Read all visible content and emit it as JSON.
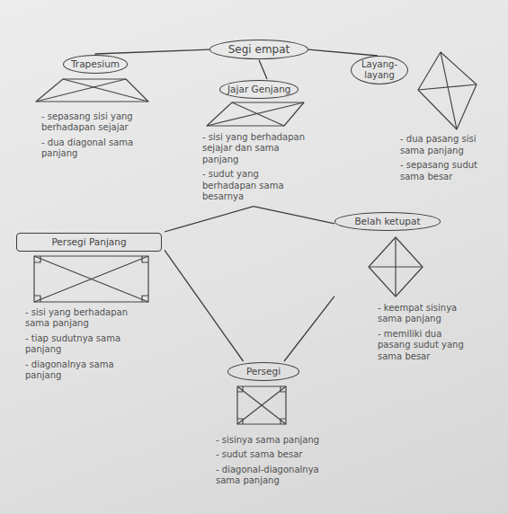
{
  "diagram": {
    "nodes": [
      {
        "text": [
          "Segi empat"
        ]
      },
      {
        "text": [
          "Trapesium",
          "- sepasang sisi yang berhadapan sejajar",
          "- dua diagonal sama panjang"
        ]
      },
      {
        "text": [
          "Jajar Genjang",
          "- sisi yang berhadapan sejajar dan sama panjang",
          "- sudut yang berhadapan sama besarnya"
        ]
      },
      {
        "text": [
          "Layang-layang",
          "- dua pasang sisi sama panjang",
          "- sepasang sudut sama besar"
        ]
      },
      {
        "text": [
          "Persegi Panjang",
          "- sisi yang berhadapan sama panjang",
          "- tiap sudutnya sama panjang",
          "- diagonalnya sama panjang"
        ]
      },
      {
        "text": [
          "Belah ketupat",
          "- keempat sisinya sama panjang",
          "- memiliki dua pasang sudut yang sama besar"
        ]
      },
      {
        "text": [
          "Persegi",
          "- sisinya sama panjang",
          "- sudut sama besar",
          "- diagonal-diagonalnya sama panjang"
        ]
      }
    ],
    "edges": [
      {
        "from": 0,
        "to": 1,
        "arrow": "none"
      },
      {
        "from": 0,
        "to": 2,
        "arrow": "none"
      },
      {
        "from": 0,
        "to": 3,
        "arrow": "none"
      },
      {
        "from": 2,
        "to": 4,
        "arrow": "none"
      },
      {
        "from": 2,
        "to": 5,
        "arrow": "none"
      },
      {
        "from": 4,
        "to": 6,
        "arrow": "none"
      },
      {
        "from": 5,
        "to": 6,
        "arrow": "none"
      }
    ]
  }
}
